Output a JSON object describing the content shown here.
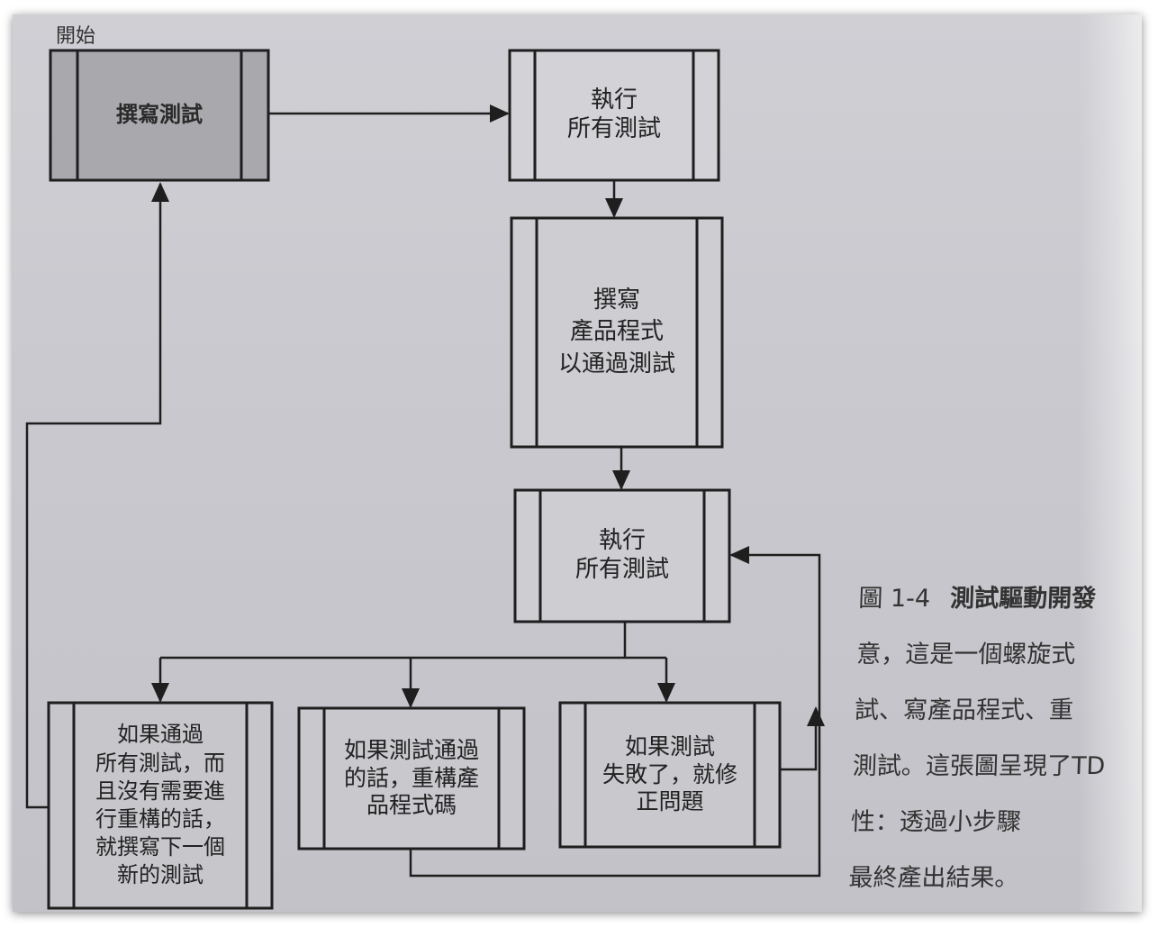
{
  "start_label": "開始",
  "boxes": {
    "write_test": "撰寫測試",
    "run_all_1": "執行\n所有測試",
    "write_code": "撰寫\n產品程式\n以通過測試",
    "run_all_2": "執行\n所有測試",
    "all_pass": "如果通過\n所有測試，而\n且沒有需要進\n行重構的話，\n就撰寫下一個\n新的測試",
    "refactor": "如果測試通過\n的話，重構產\n品程式碼",
    "fix": "如果測試\n失敗了，就修\n正問題"
  },
  "caption": {
    "figure_no": "圖 1-4",
    "lines": [
      "測試驅動開發",
      "意，這是一個螺旋式",
      "試、寫產品程式、重",
      "測試。這張圖呈現了TD",
      "性：透過小步驟",
      "最終產出結果。"
    ]
  },
  "colors": {
    "paper": "#c9c9cf",
    "ink": "#1e1e1e",
    "shaded_box": "#a9a9ad"
  }
}
